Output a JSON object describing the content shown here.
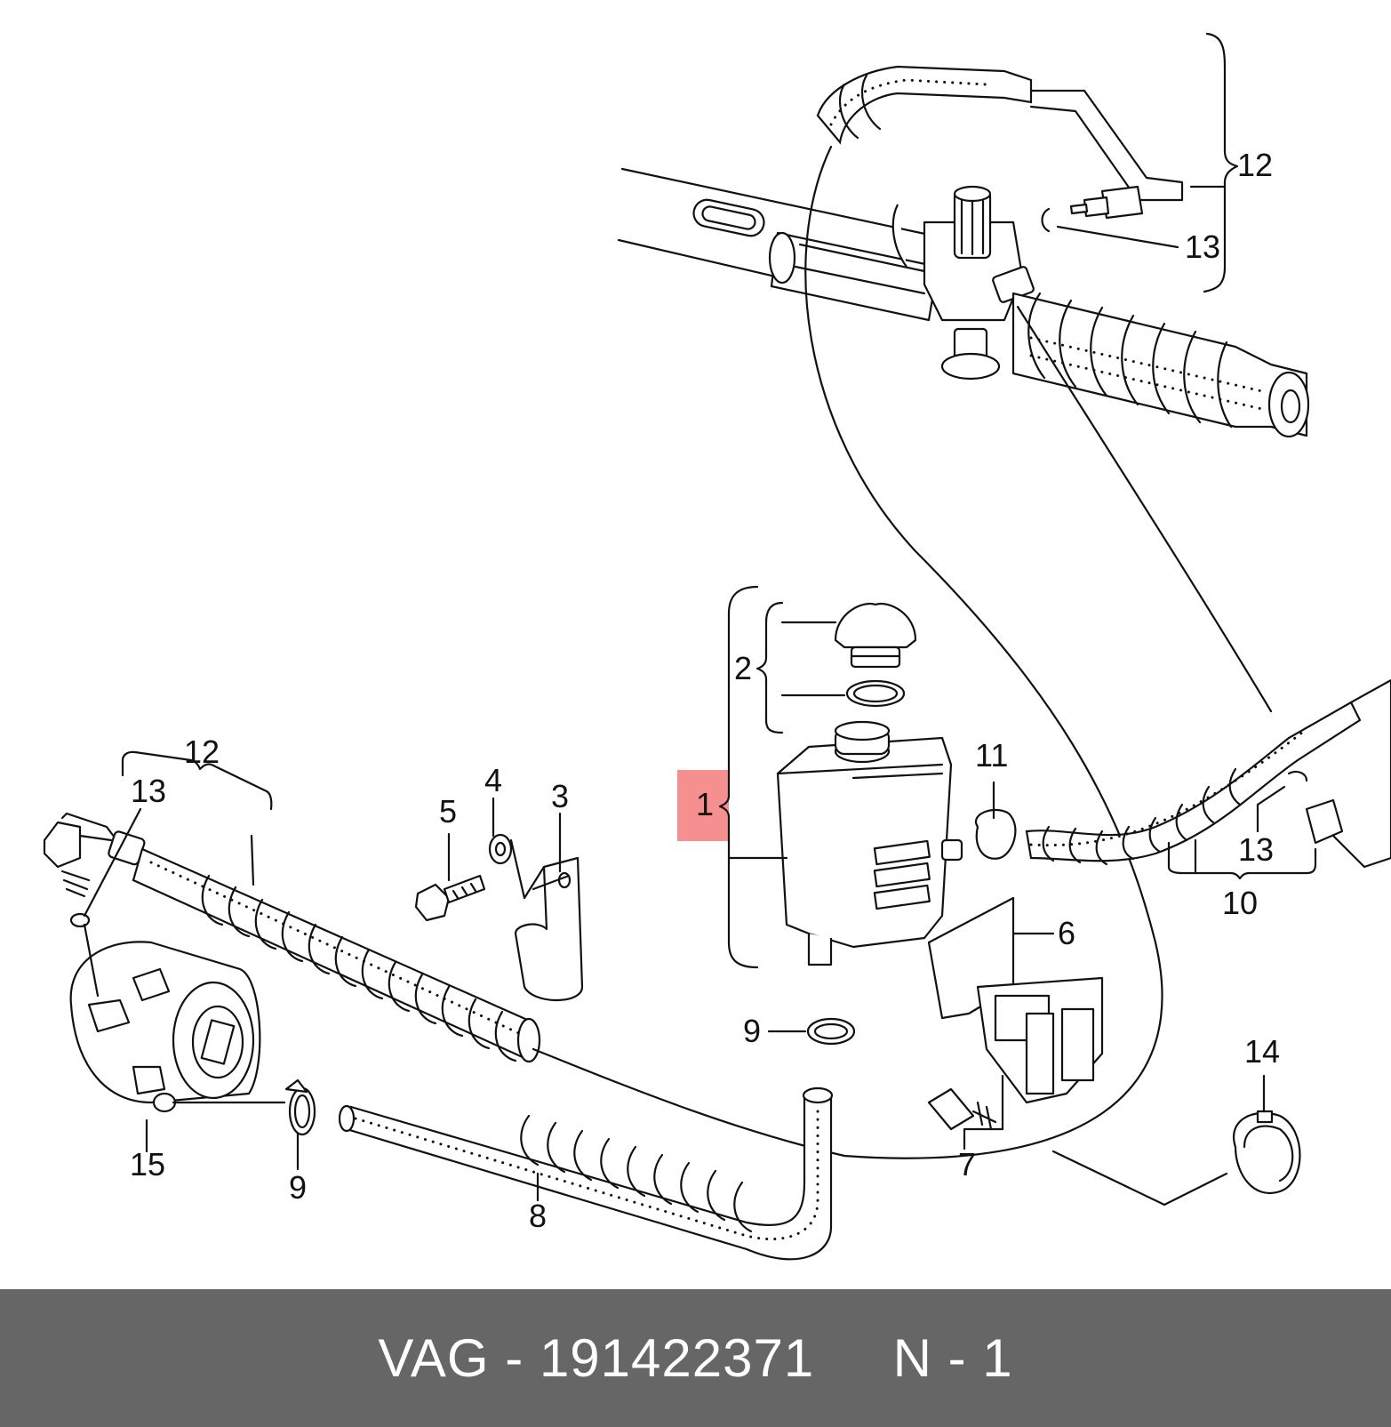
{
  "callouts": {
    "c12_top": "12",
    "c13_top": "13",
    "c2": "2",
    "c1": "1",
    "c11": "11",
    "c13_right": "13",
    "c10": "10",
    "c6": "6",
    "c9_mid": "9",
    "c14": "14",
    "c7": "7",
    "c12_left": "12",
    "c13_left": "13",
    "c5": "5",
    "c4": "4",
    "c3": "3",
    "c15": "15",
    "c9_left": "9",
    "c8": "8"
  },
  "highlight_color": "#f47c7c",
  "footer": {
    "brand": "VAG",
    "separator": " - ",
    "part_number": "191422371",
    "gap": "     ",
    "position": "N - 1",
    "background": "#666666"
  }
}
